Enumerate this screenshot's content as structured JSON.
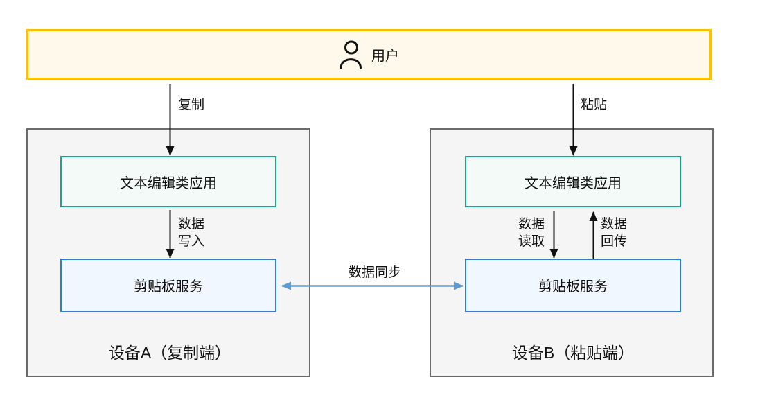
{
  "diagram": {
    "user_box": {
      "label": "用户"
    },
    "device_a": {
      "title": "设备A（复制端）",
      "app": "文本编辑类应用",
      "clipboard": "剪贴板服务"
    },
    "device_b": {
      "title": "设备B（粘贴端）",
      "app": "文本编辑类应用",
      "clipboard": "剪贴板服务"
    },
    "arrows": {
      "copy": "复制",
      "paste": "粘贴",
      "data_write": "数据\n写入",
      "data_read": "数据\n读取",
      "data_return": "数据\n回传",
      "data_sync": "数据同步"
    },
    "colors": {
      "user_border": "#FFC000",
      "user_bg": "#FFF9EB",
      "device_border": "#6B6B6B",
      "device_bg": "#F5F5F6",
      "app_border": "#17A589",
      "app_bg": "#F3FAF7",
      "clipboard_border": "#2E7FD1",
      "clipboard_bg": "#F0F7FF",
      "black_arrow": "#111111",
      "sync_arrow": "#5B9BD5"
    }
  }
}
